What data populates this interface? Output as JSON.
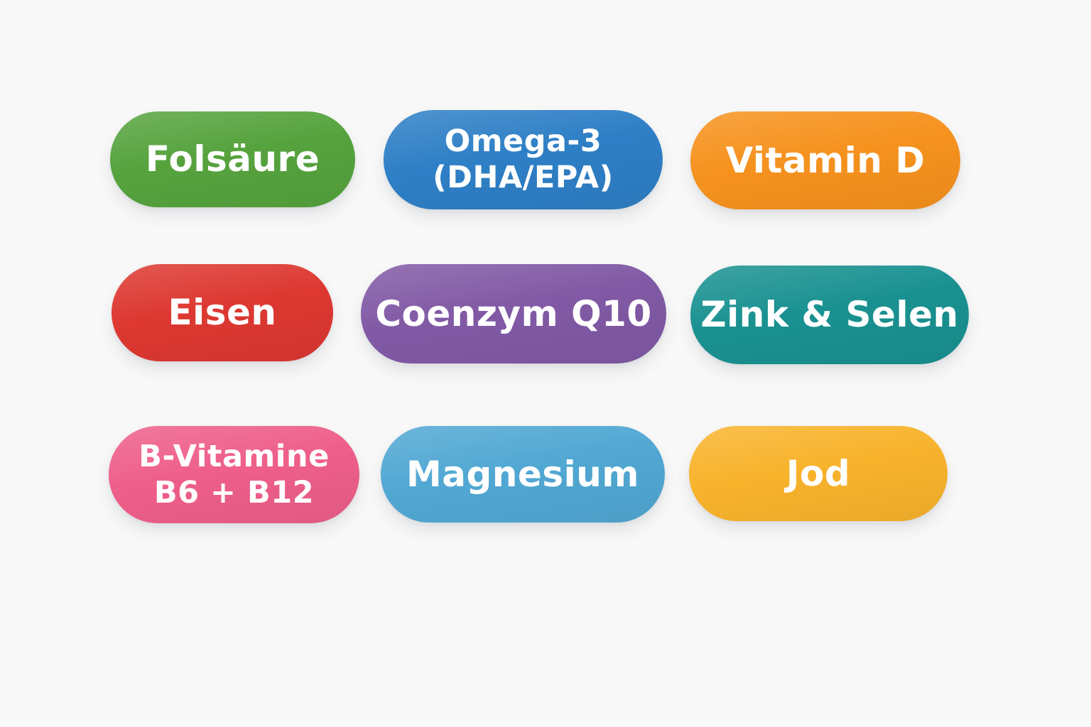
{
  "page": {
    "background_color": "#f8f8f8",
    "text_color": "#ffffff"
  },
  "pills": [
    {
      "id": "folsaeure",
      "label": "Folsäure",
      "color": "#56a33e"
    },
    {
      "id": "omega3",
      "label": "Omega-3\n(DHA/EPA)",
      "color": "#2e7fc6"
    },
    {
      "id": "vitamin-d",
      "label": "Vitamin D",
      "color": "#f6921e"
    },
    {
      "id": "eisen",
      "label": "Eisen",
      "color": "#dd3831"
    },
    {
      "id": "coenzym-q10",
      "label": "Coenzym Q10",
      "color": "#8159a5"
    },
    {
      "id": "zink-selen",
      "label": "Zink & Selen",
      "color": "#1a9191"
    },
    {
      "id": "b-vitamine",
      "label": "B-Vitamine\nB6 + B12",
      "color": "#ee5f8a"
    },
    {
      "id": "magnesium",
      "label": "Magnesium",
      "color": "#51a8d3"
    },
    {
      "id": "jod",
      "label": "Jod",
      "color": "#f8b32c"
    }
  ]
}
